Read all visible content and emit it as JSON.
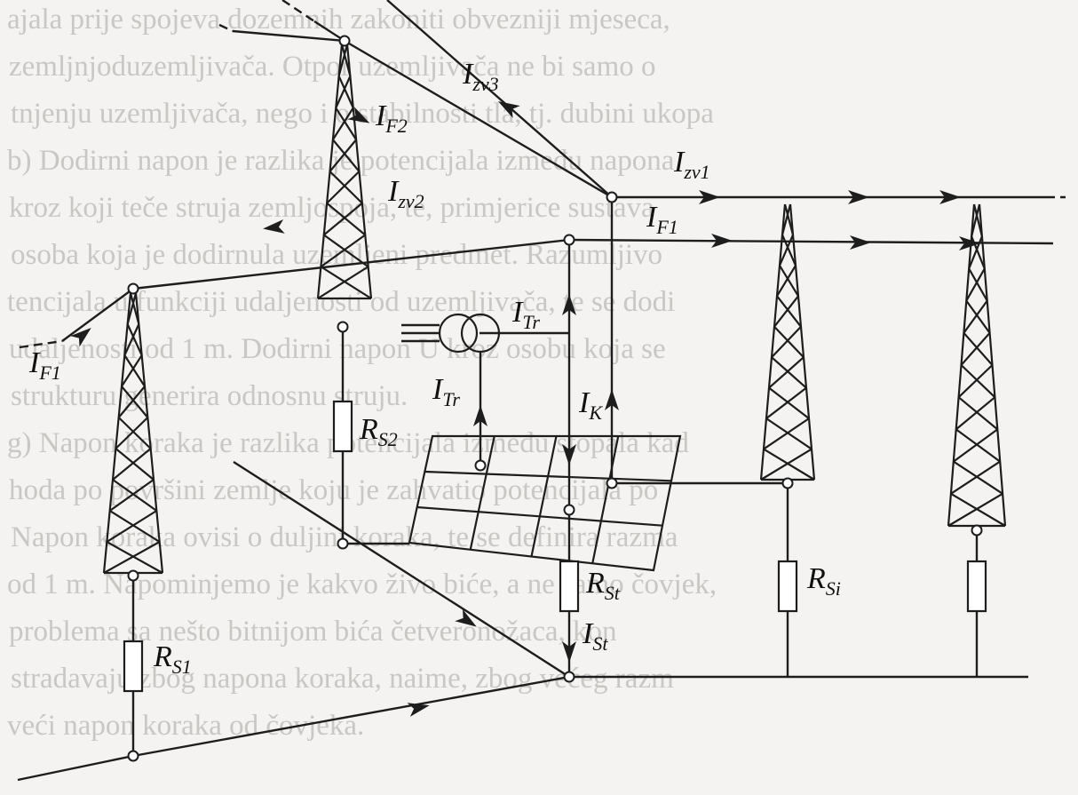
{
  "background_text": [
    "ajala prije spojeva dozemnih zakoniti obvezniji mjeseca,",
    "zemljnjoduzemljivača. Otpor uzemljivača ne bi samo o",
    "tnjenju uzemljivača, nego i o stabilnosti tla, tj. dubini ukopa",
    "b) Dodirni napon je razlika je potencijala između napona",
    "kroz koji teče struja zemljospoja, te, primjerice sustava",
    "osoba koja je dodirnula uzemljeni predmet. Razumljivo",
    "tencijala u funkciji udaljenosti od uzemljivača, te se dodi",
    "udaljenosti od 1 m. Dodirni napon U kroz osobu koja se",
    "strukturu generira odnosnu struju.",
    "g) Napon koraka je razlika potencijala između stopala kad",
    "hoda po površini zemlje koju je zahvatio potencijala po",
    "Napon koraka ovisi o duljini koraka, te se definira razma",
    "od 1 m. Napominjemo je kakvo živo biće, a ne samo čovjek,",
    "problema sa nešto bitnijom bića četveronožaca, kon",
    "stradavaju zbog napona koraka, naime, zbog većeg razm",
    "veći napon koraka od čovjeka."
  ],
  "labels": {
    "i_zv3": [
      "I",
      "zv3"
    ],
    "i_f2": [
      "I",
      "F2"
    ],
    "i_zv1": [
      "I",
      "zv1"
    ],
    "i_zv2": [
      "I",
      "zv2"
    ],
    "i_f1_right": [
      "I",
      "F1"
    ],
    "i_tr_top": [
      "I",
      "Tr"
    ],
    "i_tr_left": [
      "I",
      "Tr"
    ],
    "i_k": [
      "I",
      "K"
    ],
    "i_f1_left": [
      "I",
      "F1"
    ],
    "r_s2": [
      "R",
      "S2"
    ],
    "r_st": [
      "R",
      "St"
    ],
    "i_st": [
      "I",
      "St"
    ],
    "r_si": [
      "R",
      "Si"
    ],
    "r_s1": [
      "R",
      "S1"
    ]
  },
  "colors": {
    "ink": "#1d1d1d",
    "paper": "#f4f3f1",
    "bleed": "#c9c7c4"
  }
}
